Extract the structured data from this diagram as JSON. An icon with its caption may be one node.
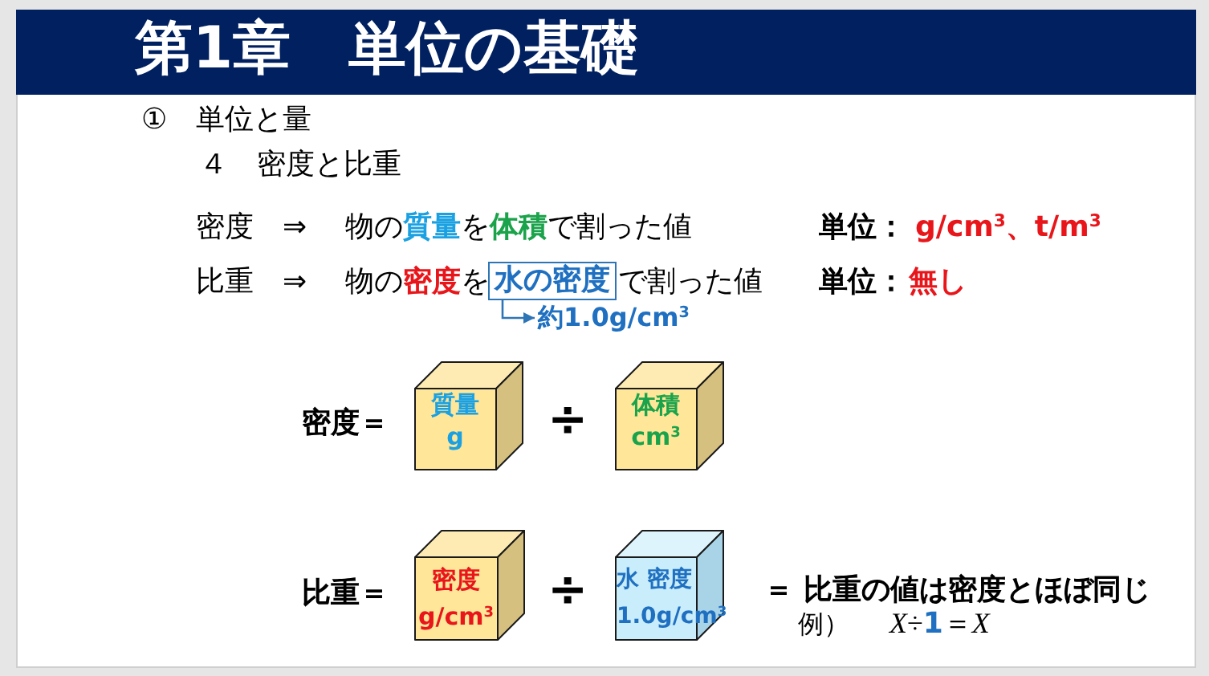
{
  "diagram": {
    "title": "第1章　単位の基礎",
    "nodes": [
      {
        "text": [
          "水の密度"
        ]
      },
      {
        "text": [
          "約1.0g/cm$^{3}$"
        ]
      },
      {
        "text": [
          "質量",
          "g"
        ]
      },
      {
        "text": [
          "体積",
          "cm$^{3}$"
        ]
      },
      {
        "text": [
          "密度",
          "g/cm$^{3}$"
        ]
      },
      {
        "text": [
          "水 密度",
          "1.0g/cm$^{3}$"
        ]
      }
    ],
    "edges": [
      {
        "from": 0,
        "to": 1,
        "arrow": "to"
      }
    ],
    "labels": [
      "①　単位と量",
      "４　密度と比重",
      "密度",
      "⇒",
      "物の**質量**を**体積**で割った値",
      "単位：",
      "g/cm$^{3}$、t/m$^{3}$",
      "比重",
      "⇒",
      "物の**密度**を",
      "で割った値",
      "単位：",
      "無し",
      "密度＝",
      "÷",
      "比重＝",
      "÷",
      "＝ 比重の値は密度とほぼ同じ",
      "例）",
      "*X*÷**1**＝*X*"
    ]
  }
}
